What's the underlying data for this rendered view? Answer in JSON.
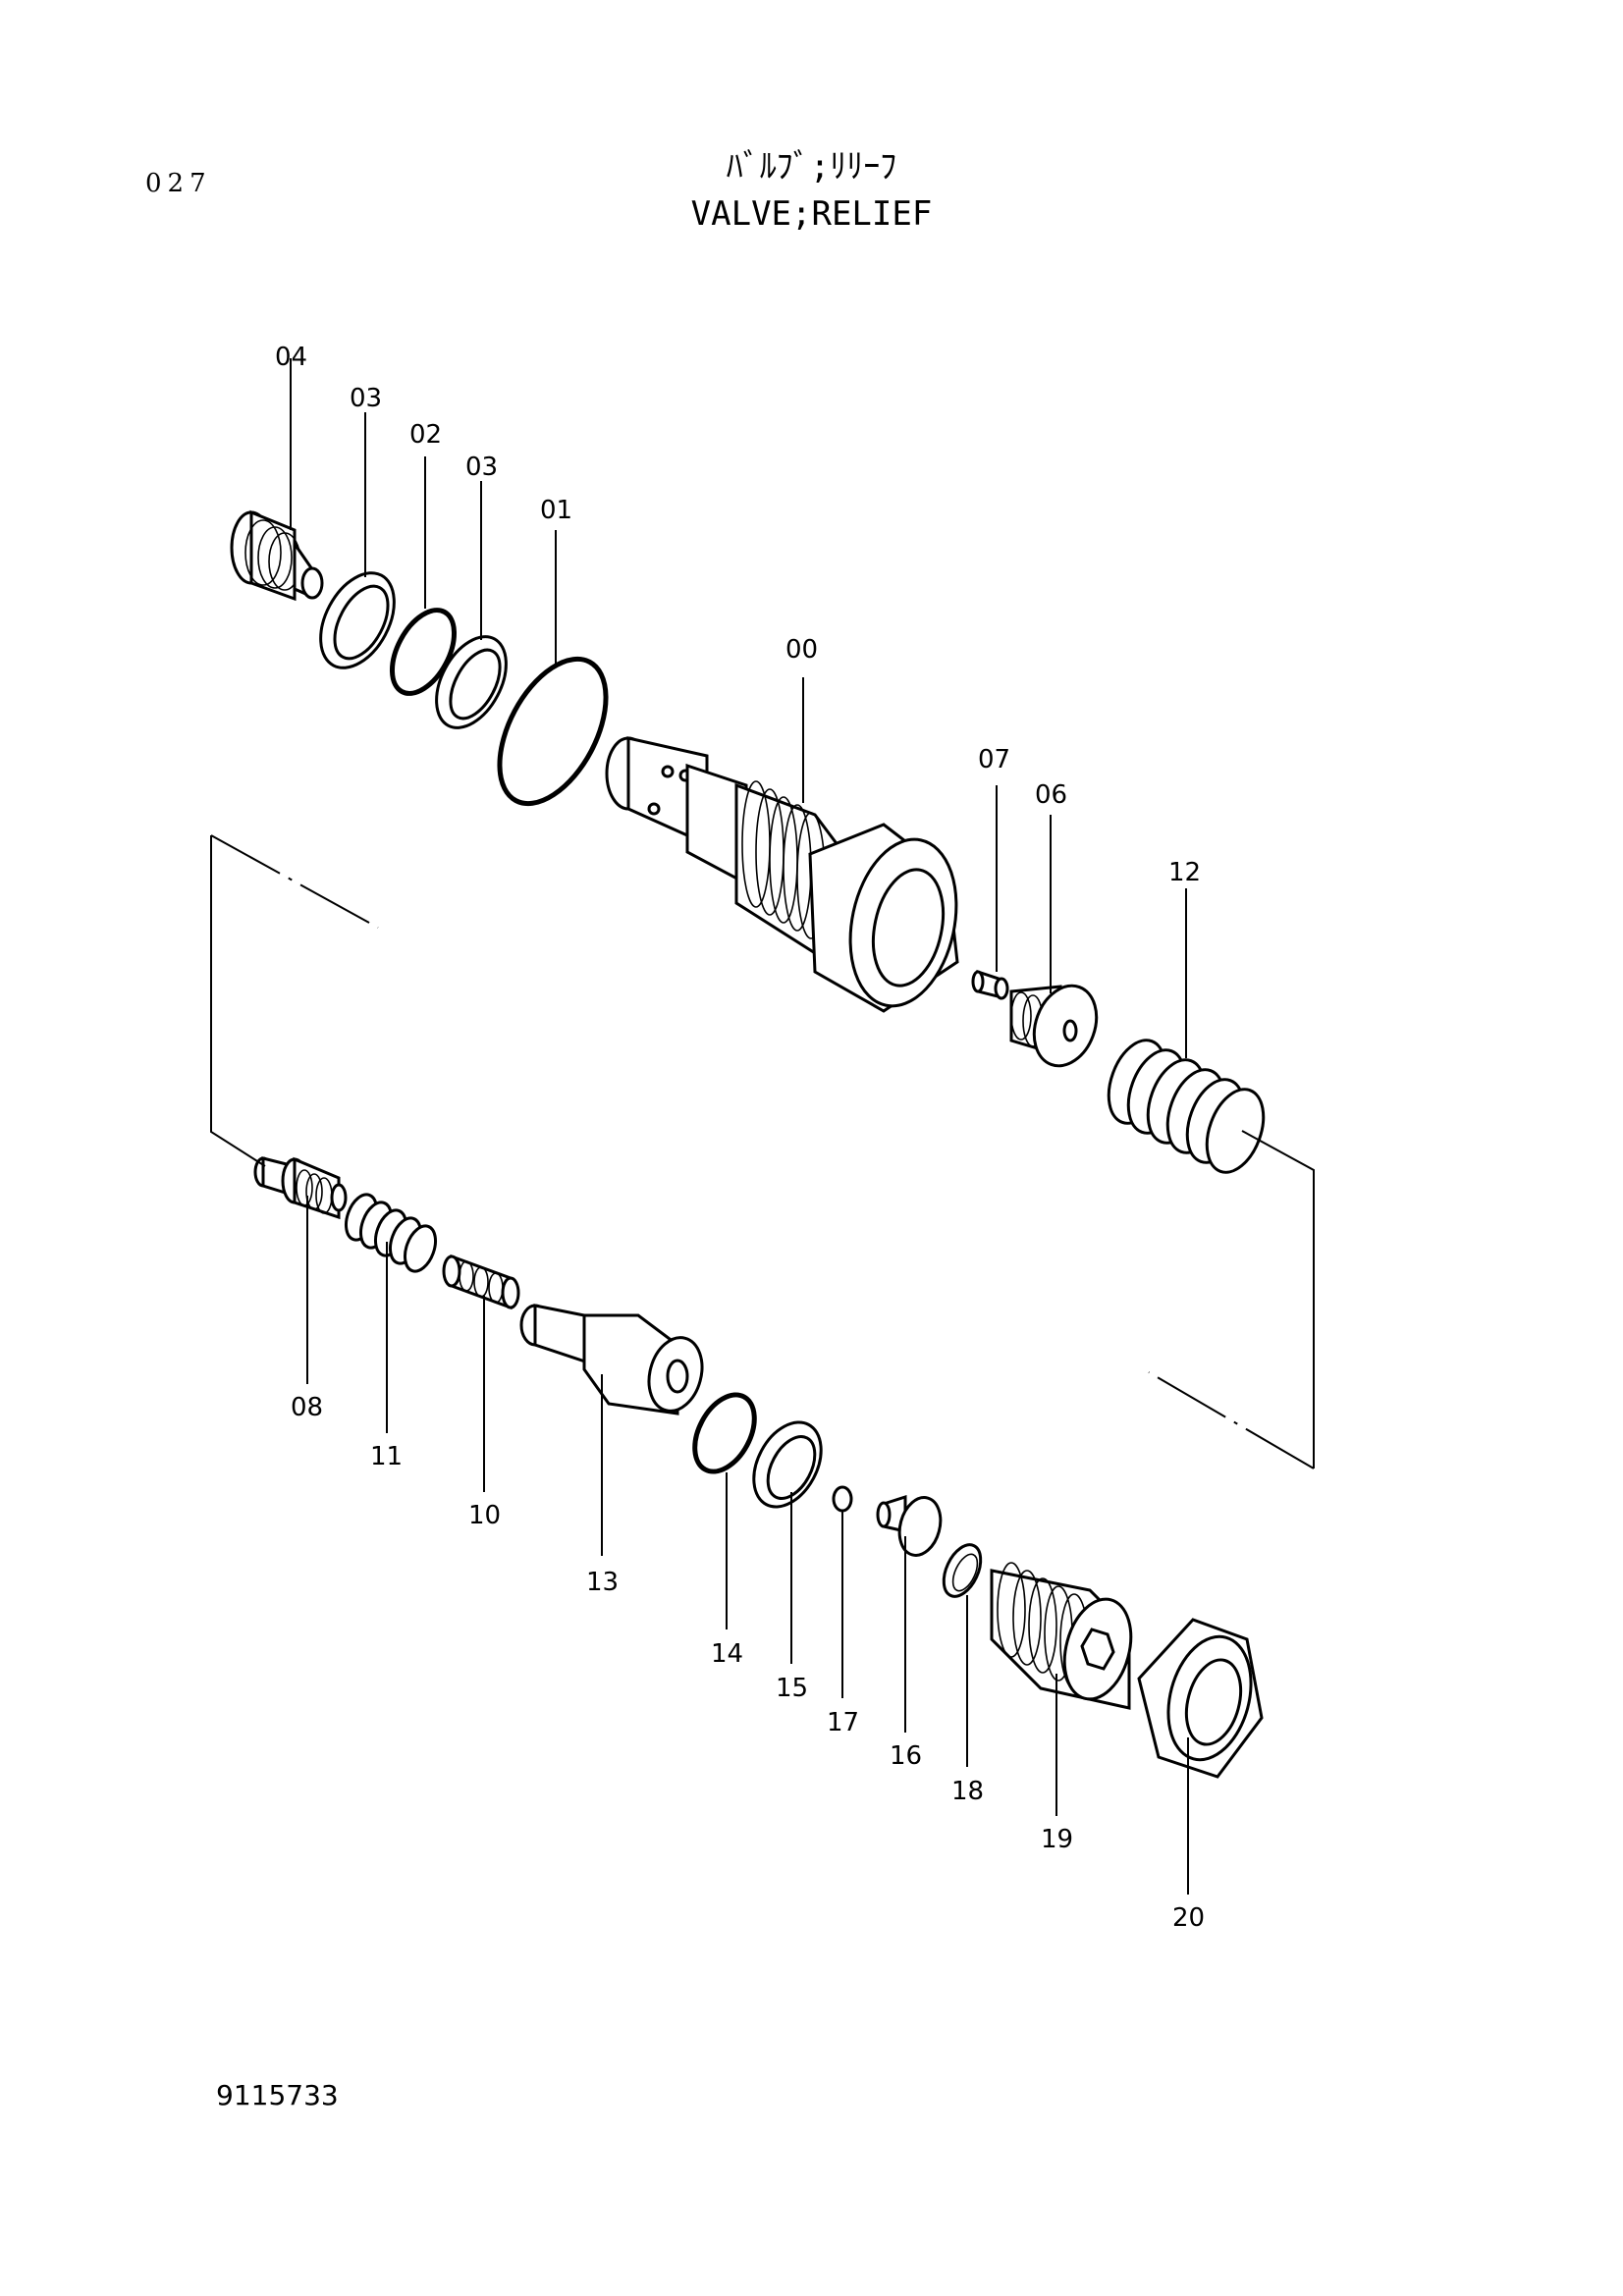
{
  "header": {
    "page_number": "027",
    "title_jp": "ﾊﾞﾙﾌﾞ;ﾘﾘｰﾌ",
    "title_en": "VALVE;RELIEF"
  },
  "footer": {
    "drawing_number": "9115733"
  },
  "labels": {
    "p00": "00",
    "p01": "01",
    "p02": "02",
    "p03a": "03",
    "p03b": "03",
    "p04": "04",
    "p06": "06",
    "p07": "07",
    "p08": "08",
    "p10": "10",
    "p11": "11",
    "p12": "12",
    "p13": "13",
    "p14": "14",
    "p15": "15",
    "p16": "16",
    "p17": "17",
    "p18": "18",
    "p19": "19",
    "p20": "20"
  }
}
